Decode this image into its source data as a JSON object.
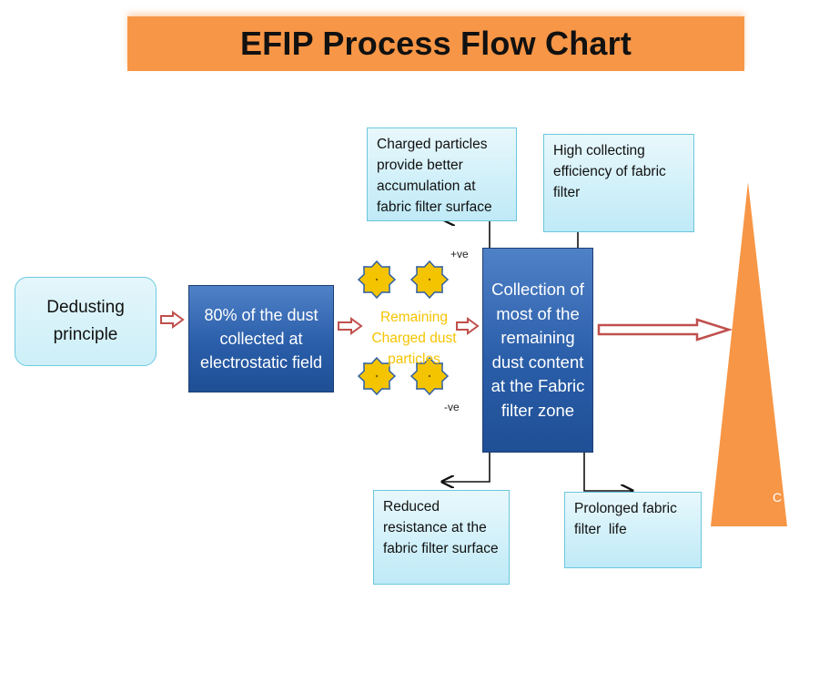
{
  "title": "EFIP Process Flow Chart",
  "boxes": {
    "dedusting": "Dedusting principle",
    "dust_collected": "80% of the dust collected at electrostatic field",
    "collection": "Collection of most of the remaining dust content at the Fabric filter zone",
    "charged_particles": "Charged particles provide better accumulation at fabric filter surface",
    "high_efficiency": "High collecting efficiency of fabric filter",
    "reduced_resistance": "Reduced resistance at the fabric filter surface",
    "prolonged_life": "Prolonged fabric filter  life"
  },
  "remaining_label": "Remaining Charged dust particles",
  "polarity": {
    "positive": "+ve",
    "negative": "-ve"
  },
  "clipped_text": "C",
  "colors": {
    "title_bar": "#f79646",
    "blue_box": "#2a5ea9",
    "cyan_box": "#bfeaf7",
    "particle_fill": "#f5c400",
    "particle_stroke": "#2f5fa5",
    "block_arrow": "#c0504d",
    "triangle": "#f79646",
    "remaining_text": "#f5c400"
  }
}
